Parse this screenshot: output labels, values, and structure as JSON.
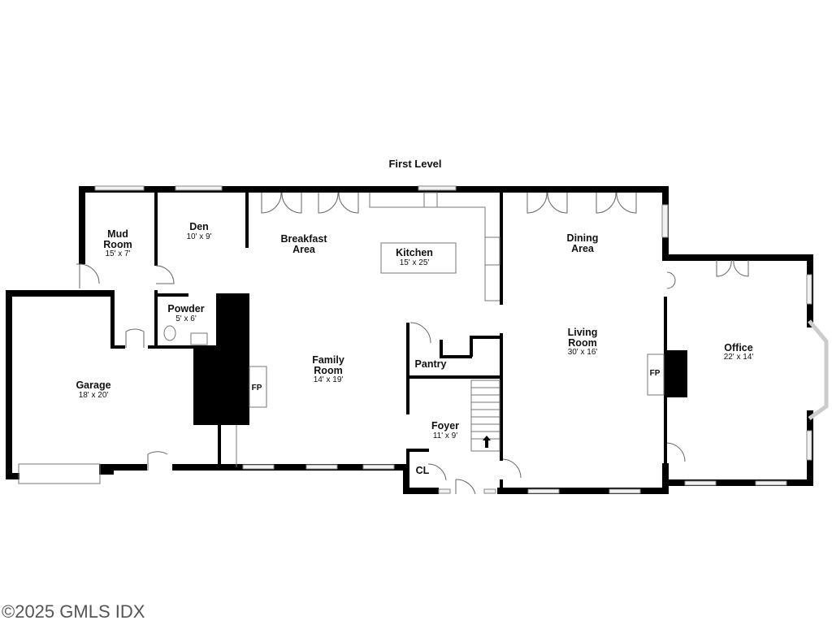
{
  "title": "First Level",
  "rooms": {
    "mud_room": {
      "name1": "Mud",
      "name2": "Room",
      "dims": "15' x 7'"
    },
    "den": {
      "name": "Den",
      "dims": "10' x 9'"
    },
    "breakfast": {
      "name1": "Breakfast",
      "name2": "Area"
    },
    "kitchen": {
      "name": "Kitchen",
      "dims": "15' x 25'"
    },
    "dining": {
      "name1": "Dining",
      "name2": "Area"
    },
    "powder": {
      "name": "Powder",
      "dims": "5' x 6'"
    },
    "garage": {
      "name": "Garage",
      "dims": "18' x 20'"
    },
    "family": {
      "name1": "Family",
      "name2": "Room",
      "dims": "14' x 19'"
    },
    "pantry": {
      "name": "Pantry"
    },
    "living": {
      "name1": "Living",
      "name2": "Room",
      "dims": "30' x 16'"
    },
    "office": {
      "name": "Office",
      "dims": "22' x 14'"
    },
    "foyer": {
      "name": "Foyer",
      "dims": "11' x 9'"
    },
    "closet": {
      "name": "CL"
    }
  },
  "fireplace_label": "FP",
  "watermark": "©2025 GMLS IDX"
}
